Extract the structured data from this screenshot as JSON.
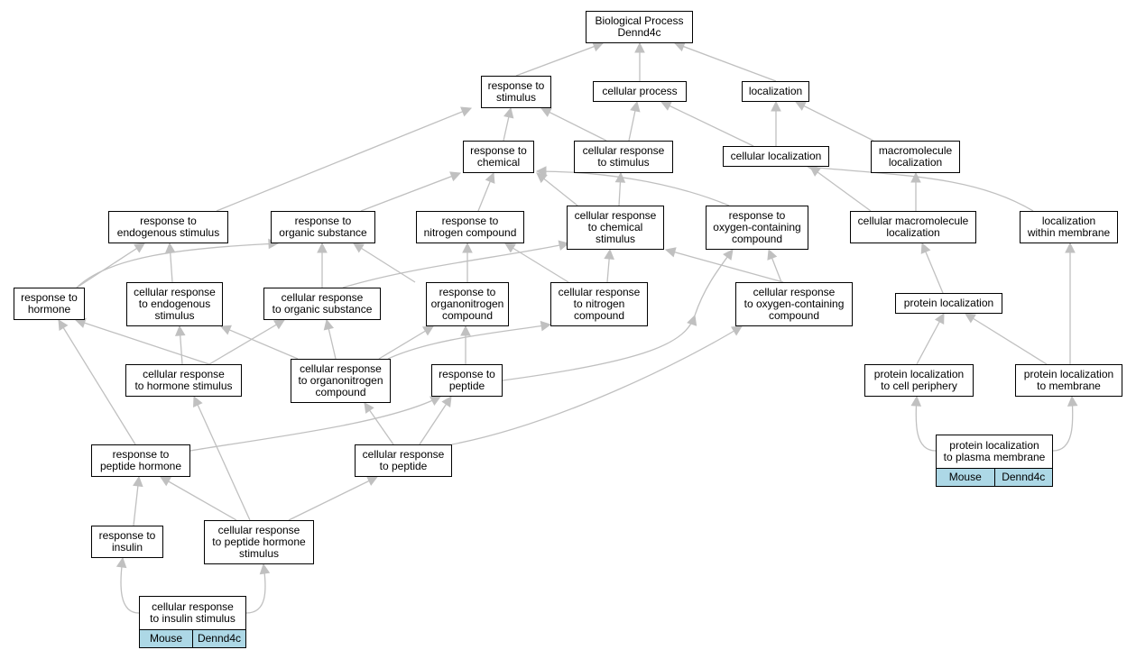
{
  "colors": {
    "edge": "#c0c0c0",
    "node_border": "#000000",
    "tag_fill": "#add8e6"
  },
  "nodes": {
    "root": "Biological Process\nDennd4c",
    "response_stimulus": "response to\nstimulus",
    "cellular_process": "cellular process",
    "localization": "localization",
    "response_chemical": "response to\nchemical",
    "cell_resp_stimulus": "cellular response\nto stimulus",
    "cellular_localization": "cellular localization",
    "macromolecule_localization": "macromolecule\nlocalization",
    "resp_endogenous": "response to\nendogenous stimulus",
    "resp_organic": "response to\norganic substance",
    "resp_nitrogen": "response to\nnitrogen compound",
    "cell_resp_chemical": "cellular response\nto chemical\nstimulus",
    "resp_oxygen": "response to\noxygen-containing\ncompound",
    "cell_macro_localization": "cellular macromolecule\nlocalization",
    "loc_within_membrane": "localization\nwithin membrane",
    "resp_hormone": "response to\nhormone",
    "cell_resp_endogenous": "cellular response\nto endogenous\nstimulus",
    "cell_resp_organic": "cellular response\nto organic substance",
    "resp_organonitrogen": "response to\norganonitrogen\ncompound",
    "cell_resp_nitrogen": "cellular response\nto nitrogen\ncompound",
    "cell_resp_oxygen": "cellular response\nto oxygen-containing\ncompound",
    "protein_localization": "protein localization",
    "cell_resp_hormone": "cellular response\nto hormone stimulus",
    "cell_resp_organonitrogen": "cellular response\nto organonitrogen\ncompound",
    "resp_peptide": "response to\npeptide",
    "prot_loc_periphery": "protein localization\nto cell periphery",
    "prot_loc_membrane": "protein localization\nto membrane",
    "resp_peptide_hormone": "response to\npeptide hormone",
    "cell_resp_peptide": "cellular response\nto peptide",
    "prot_loc_plasma": "protein localization\nto plasma membrane",
    "resp_insulin": "response to\ninsulin",
    "cell_resp_peptide_hormone": "cellular response\nto peptide hormone\nstimulus",
    "cell_resp_insulin": "cellular response\nto insulin stimulus"
  },
  "tags": {
    "insulin": {
      "species": "Mouse",
      "gene": "Dennd4c"
    },
    "plasma": {
      "species": "Mouse",
      "gene": "Dennd4c"
    }
  }
}
